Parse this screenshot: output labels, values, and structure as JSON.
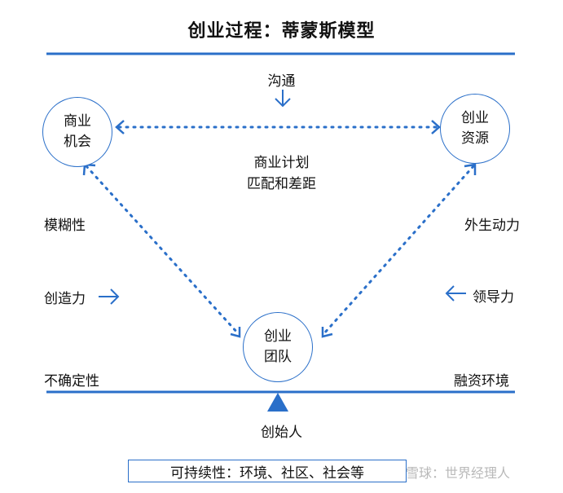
{
  "title": "创业过程：蒂蒙斯模型",
  "nodes": {
    "opportunity": [
      "商业",
      "机会"
    ],
    "resources": [
      "创业",
      "资源"
    ],
    "team": [
      "创业",
      "团队"
    ]
  },
  "labels": {
    "communication": "沟通",
    "plan_line1": "商业计划",
    "plan_line2": "匹配和差距",
    "ambiguity": "模糊性",
    "creativity": "创造力",
    "exogenous": "外生动力",
    "leadership": "领导力",
    "uncertainty": "不确定性",
    "capital_env": "融资环境",
    "founder": "创始人"
  },
  "footer": "可持续性：环境、社区、社会等",
  "watermark": "雪球：世界经理人",
  "colors": {
    "accent": "#2a6fc9"
  }
}
